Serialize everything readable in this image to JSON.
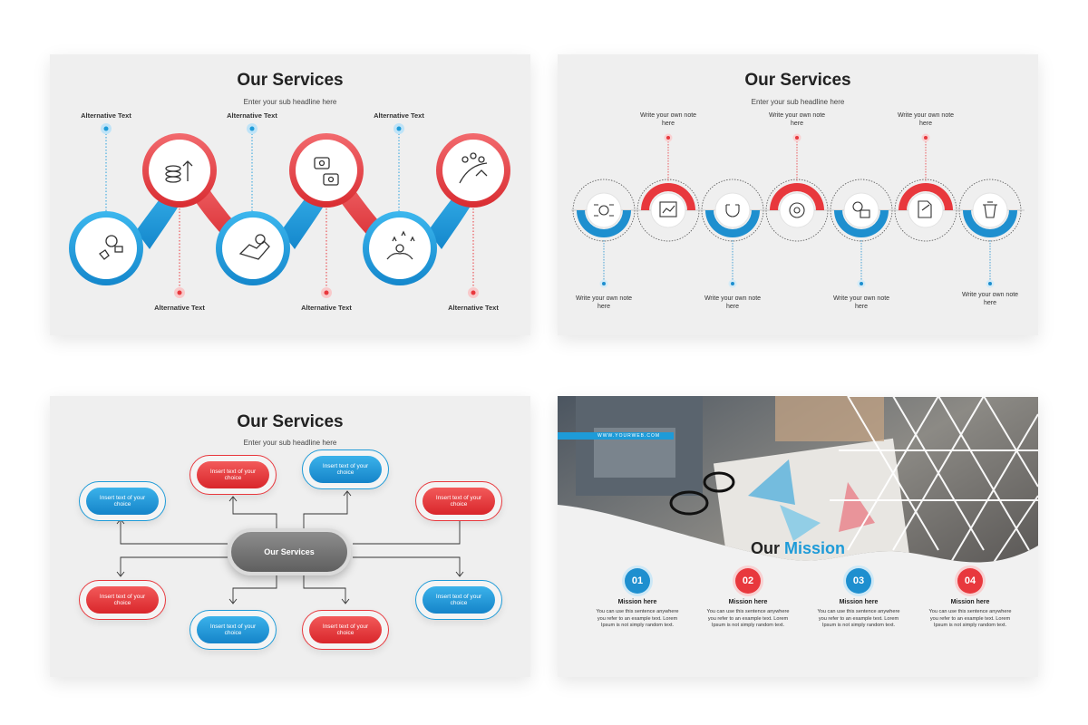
{
  "slide1": {
    "title": "Our Services",
    "subtitle": "Enter your sub headline here",
    "top_labels": [
      "Alternative Text",
      "Alternative Text",
      "Alternative Text"
    ],
    "bottom_labels": [
      "Alternative Text",
      "Alternative Text",
      "Alternative Text"
    ],
    "icons": [
      "support-agent-icon",
      "coins-growth-icon",
      "handshake-icon",
      "chat-users-icon",
      "hands-stars-icon",
      "progress-path-icon"
    ]
  },
  "slide2": {
    "title": "Our Services",
    "subtitle": "Enter your sub headline here",
    "top_notes": [
      "Write your own note here",
      "Write your own note here",
      "Write your own note here"
    ],
    "bottom_notes": [
      "Write your own note here",
      "Write your own note here",
      "Write your own note here",
      "Write your own note here"
    ],
    "icons": [
      "network-gear-icon",
      "chart-report-icon",
      "magnet-icon",
      "gear-cycle-icon",
      "money-exchange-icon",
      "document-pen-icon",
      "trash-recycle-icon"
    ]
  },
  "slide3": {
    "title": "Our Services",
    "subtitle": "Enter your sub headline here",
    "center": "Our Services",
    "items": [
      "Insert text of your choice",
      "Insert text of your choice",
      "Insert text of your choice",
      "Insert text of your choice",
      "Insert text of your choice",
      "Insert text of your choice",
      "Insert text of your choice",
      "Insert text of your choice"
    ]
  },
  "slide4": {
    "web": "WWW.YOURWEB.COM",
    "title_a": "Our",
    "title_b": "Mission",
    "missions": [
      {
        "num": "01",
        "title": "Mission here",
        "text": "You can use this sentence anywhere you refer to an example text. Lorem Ipsum is not simply random text."
      },
      {
        "num": "02",
        "title": "Mission here",
        "text": "You can use this sentence anywhere you refer to an example text. Lorem Ipsum is not simply random text."
      },
      {
        "num": "03",
        "title": "Mission here",
        "text": "You can use this sentence anywhere you refer to an example text. Lorem Ipsum is not simply random text."
      },
      {
        "num": "04",
        "title": "Mission here",
        "text": "You can use this sentence anywhere you refer to an example text. Lorem Ipsum is not simply random text."
      }
    ]
  },
  "colors": {
    "red": "#e8383d",
    "blue": "#1e9bd8",
    "dark": "#222222"
  }
}
